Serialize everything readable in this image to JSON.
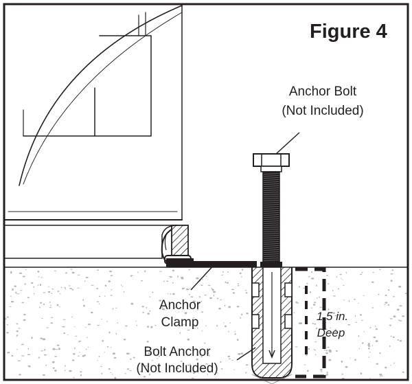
{
  "figure": {
    "title": "Figure 4",
    "anchor_bolt": {
      "line1": "Anchor Bolt",
      "line2": "(Not Included)"
    },
    "anchor_clamp": {
      "line1": "Anchor",
      "line2": "Clamp"
    },
    "bolt_anchor": {
      "line1": "Bolt Anchor",
      "line2": "(Not Included)"
    },
    "depth": {
      "line1": "1.5 in.",
      "line2": "Deep"
    }
  },
  "colors": {
    "ink": "#231f20",
    "concrete_speckle": "#b5b5b5",
    "background": "#ffffff"
  }
}
